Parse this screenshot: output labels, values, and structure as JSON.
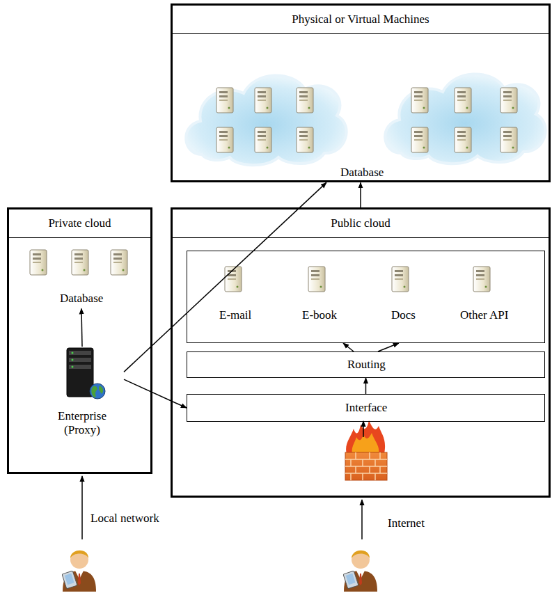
{
  "diagram": {
    "nodes": [
      {
        "text": [
          "Physical or Virtual Machines",
          "Database"
        ]
      },
      {
        "text": [
          "Private cloud"
        ]
      },
      {
        "text": [
          "Database"
        ],
        "in": 1
      },
      {
        "text": [
          "Enterprise (Proxy)"
        ],
        "in": 1
      },
      {
        "text": [
          "Public cloud"
        ]
      },
      {
        "text": [
          "E-mail",
          "E-book",
          "Docs",
          "Other API"
        ],
        "in": 4
      },
      {
        "text": [
          "Routing"
        ],
        "in": 4
      },
      {
        "text": [
          "Interface"
        ],
        "in": 4
      }
    ],
    "edges": [
      {
        "from": 3,
        "to": 2,
        "arrow": "to"
      },
      {
        "from": 3,
        "to": 0,
        "arrow": "to"
      },
      {
        "from": 4,
        "to": 0,
        "arrow": "to"
      },
      {
        "from": 6,
        "to": 5,
        "arrow": "to"
      },
      {
        "from": 6,
        "to": 5,
        "arrow": "to"
      },
      {
        "from": 7,
        "to": 6,
        "arrow": "to"
      },
      {
        "from": 3,
        "to": 7,
        "arrow": "to"
      }
    ],
    "labels": [
      "Local network",
      "Internet"
    ]
  }
}
